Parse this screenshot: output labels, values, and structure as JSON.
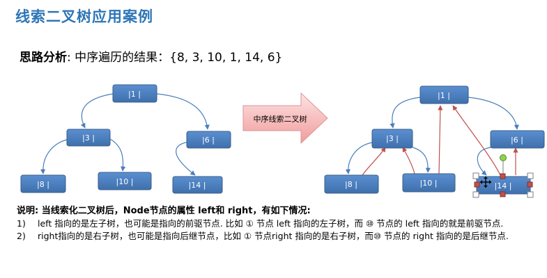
{
  "title": "线索二叉树应用案例",
  "analysis": {
    "label": "思路分析",
    "text": ": 中序遍历的结果：{8, 3, 10, 1, 14, 6}"
  },
  "diagram": {
    "left_tree": {
      "n1": "|1 |",
      "n3": "|3 |",
      "n6": "|6 |",
      "n8": "|8 |",
      "n10": "|10 |",
      "n14": "|14 |"
    },
    "arrow_label": "中序线索二叉树",
    "right_tree": {
      "n1": "|1 |",
      "n3": "|3 |",
      "n6": "|6 |",
      "n8": "|8 |",
      "n10": "|10 |",
      "n14": "|14 |"
    }
  },
  "notes": {
    "heading": "说明: 当线索化二叉树后，Node节点的属性 left和 right，有如下情况:",
    "items": [
      {
        "num": "1)",
        "text": "left 指向的是左子树，也可能是指向的前驱节点. 比如 ① 节点 left 指向的左子树，而 ⑩ 节点的 left 指向的就是前驱节点."
      },
      {
        "num": "2)",
        "text": "right指向的是右子树，也可能是指向后继节点，比如 ① 节点right 指向的是右子树，而⑩ 节点的 right 指向的是后继节点."
      }
    ]
  },
  "colors": {
    "title": "#2e75b6",
    "node_fill": "#4f81bd",
    "node_stroke": "#385d8a",
    "tree_edge": "#4a7ebb",
    "thread_edge": "#c0504d",
    "arrow_fill": "#f4b6b6"
  }
}
